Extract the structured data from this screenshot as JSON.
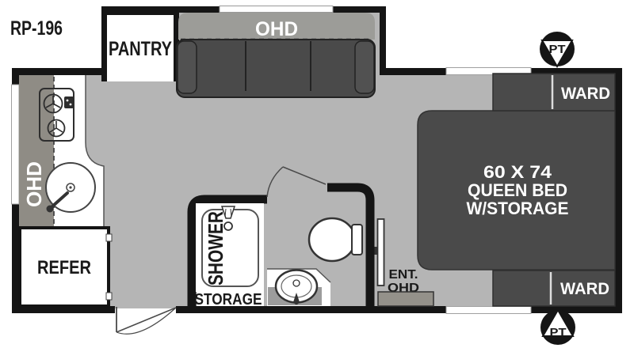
{
  "model": "RP-196",
  "slideout": {
    "pantry_label": "PANTRY",
    "ohd_label": "OHD"
  },
  "kitchen": {
    "ohd_label": "OHD",
    "refer_label": "REFER"
  },
  "bath": {
    "shower_label": "SHOWER",
    "storage_label": "STORAGE"
  },
  "bedroom": {
    "bed_line1": "60 X 74",
    "bed_line2": "QUEEN BED",
    "bed_line3": "W/STORAGE",
    "ward_top_label": "WARD",
    "ward_bottom_label": "WARD",
    "ent_line1": "ENT.",
    "ent_line2": "OHD"
  },
  "markers": {
    "pt_top": "PT",
    "pt_bottom": "PT"
  },
  "colors": {
    "wall": "#151515",
    "floor": "#b5b5b5",
    "furniture_dark": "#4a4a4a",
    "cabinet_gray": "#8f8c85",
    "white": "#ffffff"
  }
}
